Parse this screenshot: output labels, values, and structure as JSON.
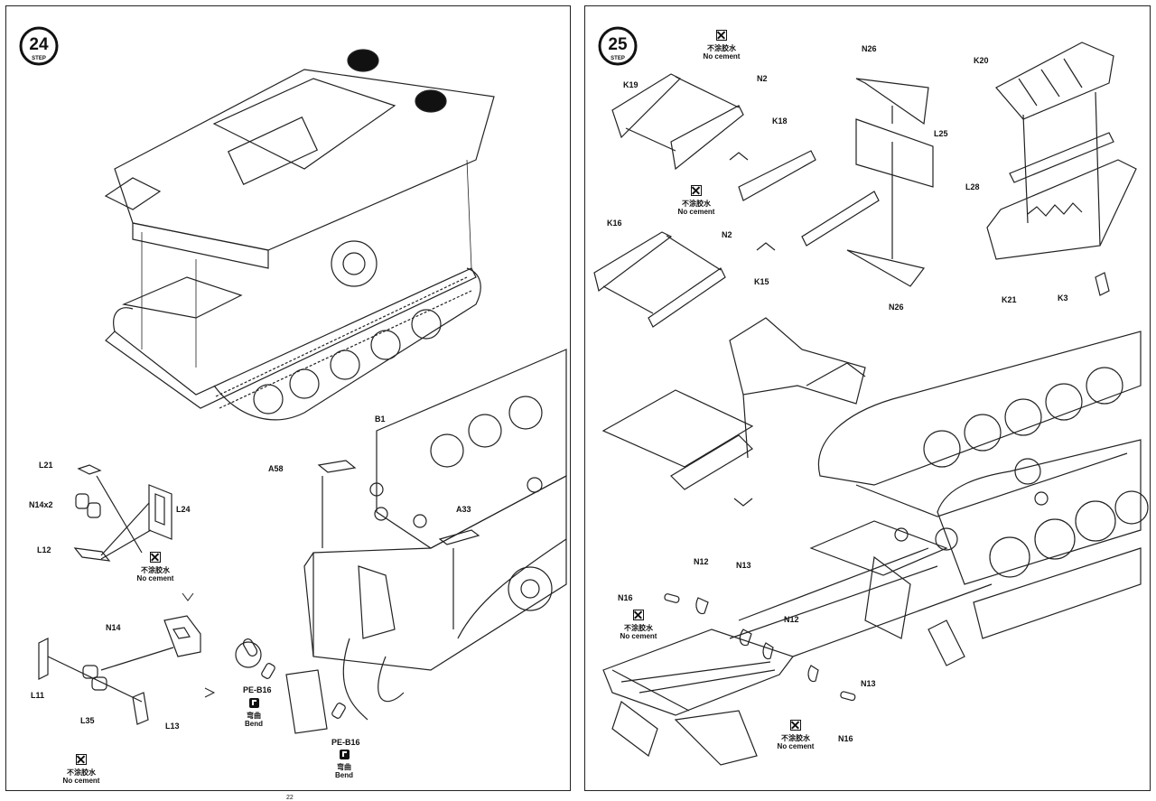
{
  "step24": {
    "step_number": "24",
    "step_word": "STEP",
    "labels": {
      "L21": "L21",
      "N14x2": "N14x2",
      "L12": "L12",
      "L24": "L24",
      "N14": "N14",
      "L11": "L11",
      "L35": "L35",
      "L13": "L13",
      "A58": "A58",
      "B1": "B1",
      "A33": "A33",
      "PE_B16_a": "PE-B16",
      "PE_B16_b": "PE-B16"
    },
    "notes": {
      "no_cement_1": {
        "cn": "不涂胶水",
        "en": "No cement"
      },
      "no_cement_2": {
        "cn": "不涂胶水",
        "en": "No cement"
      },
      "bend_1": {
        "cn": "弯曲",
        "en": "Bend"
      },
      "bend_2": {
        "cn": "弯曲",
        "en": "Bend"
      }
    }
  },
  "step25": {
    "step_number": "25",
    "step_word": "STEP",
    "labels": {
      "K19": "K19",
      "N2_a": "N2",
      "K18": "K18",
      "N26_top": "N26",
      "L25": "L25",
      "K20": "K20",
      "L28": "L28",
      "K16": "K16",
      "N2_b": "N2",
      "K15": "K15",
      "N26_bottom": "N26",
      "K21": "K21",
      "K3": "K3",
      "N12_a": "N12",
      "N13_a": "N13",
      "N16_a": "N16",
      "N12_b": "N12",
      "N13_b": "N13",
      "N16_b": "N16"
    },
    "notes": {
      "no_cement_1": {
        "cn": "不涂胶水",
        "en": "No cement"
      },
      "no_cement_2": {
        "cn": "不涂胶水",
        "en": "No cement"
      },
      "no_cement_3": {
        "cn": "不涂胶水",
        "en": "No cement"
      },
      "no_cement_4": {
        "cn": "不涂胶水",
        "en": "No cement"
      }
    }
  },
  "footer": {
    "page_marker": "22"
  }
}
